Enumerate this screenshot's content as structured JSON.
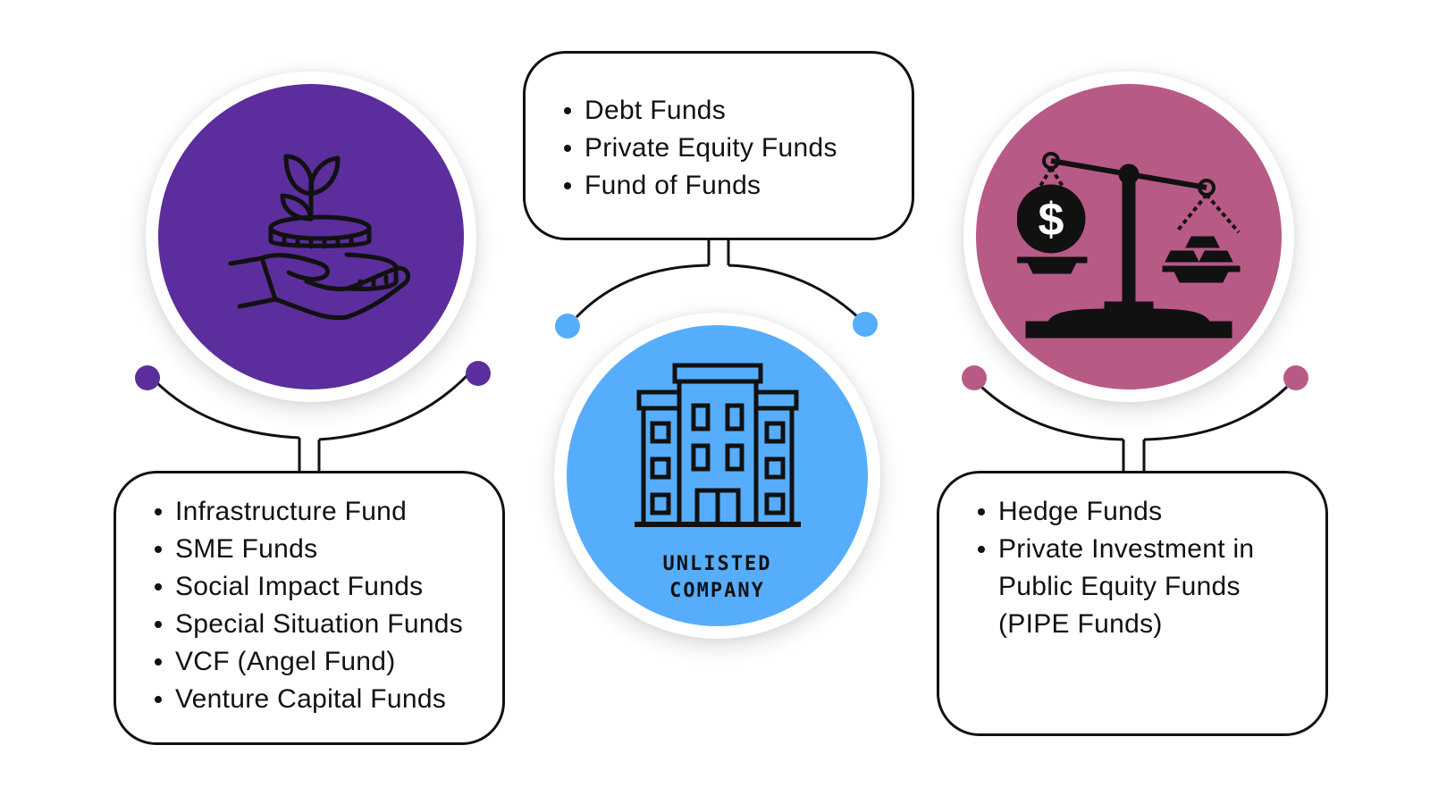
{
  "left_group": {
    "icon": "plant-coins-hand-icon",
    "color": "#5c2d9c",
    "items": [
      "Infrastructure Fund",
      "SME Funds",
      "Social Impact Funds",
      "Special Situation Funds",
      "VCF (Angel Fund)",
      "Venture Capital Funds"
    ]
  },
  "center_group": {
    "icon": "office-building-icon",
    "color": "#56adfc",
    "label_line1": "UNLISTED",
    "label_line2": "COMPANY",
    "items": [
      "Debt Funds",
      "Private Equity Funds",
      "Fund of Funds"
    ]
  },
  "right_group": {
    "icon": "balance-scale-dollar-gold-icon",
    "color": "#b85a86",
    "items": [
      "Hedge Funds",
      "Private Investment in Public Equity Funds (PIPE Funds)"
    ]
  }
}
